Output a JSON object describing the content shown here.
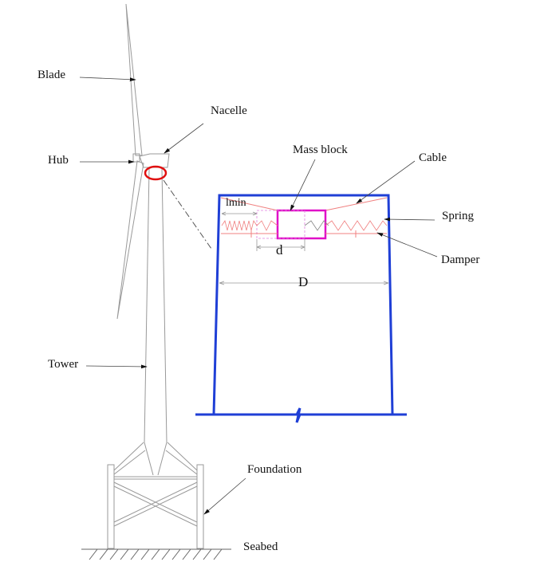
{
  "labels": {
    "blade": "Blade",
    "hub": "Hub",
    "nacelle": "Nacelle",
    "tower": "Tower",
    "foundation": "Foundation",
    "seabed": "Seabed",
    "mass_block": "Mass block",
    "cable": "Cable",
    "spring": "Spring",
    "damper": "Damper",
    "lmin": "lmin",
    "d": "d",
    "D": "D"
  },
  "colors": {
    "frame": "#1f3fd6",
    "mass": "#e010c8",
    "highlight": "#e01010",
    "spring": "#f08080"
  }
}
